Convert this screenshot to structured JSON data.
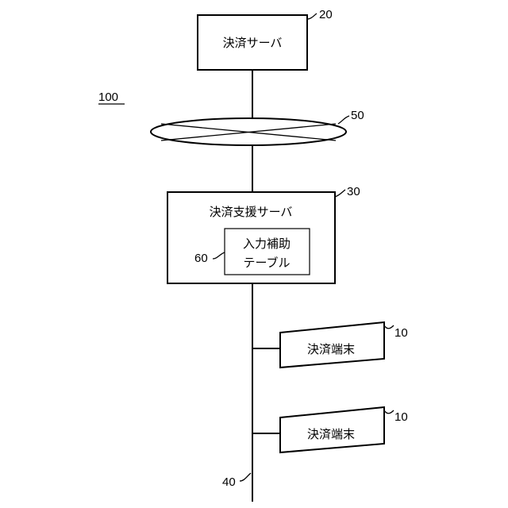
{
  "system_ref": "100",
  "payment_server": {
    "label": "決済サーバ",
    "ref": "20"
  },
  "network": {
    "ref": "50"
  },
  "support_server": {
    "label": "決済支援サーバ",
    "ref": "30",
    "input_table": {
      "label_line1": "入力補助",
      "label_line2": "テーブル",
      "ref": "60"
    }
  },
  "terminals": [
    {
      "label": "決済端末",
      "ref": "10"
    },
    {
      "label": "決済端末",
      "ref": "10"
    }
  ],
  "bus": {
    "ref": "40"
  }
}
